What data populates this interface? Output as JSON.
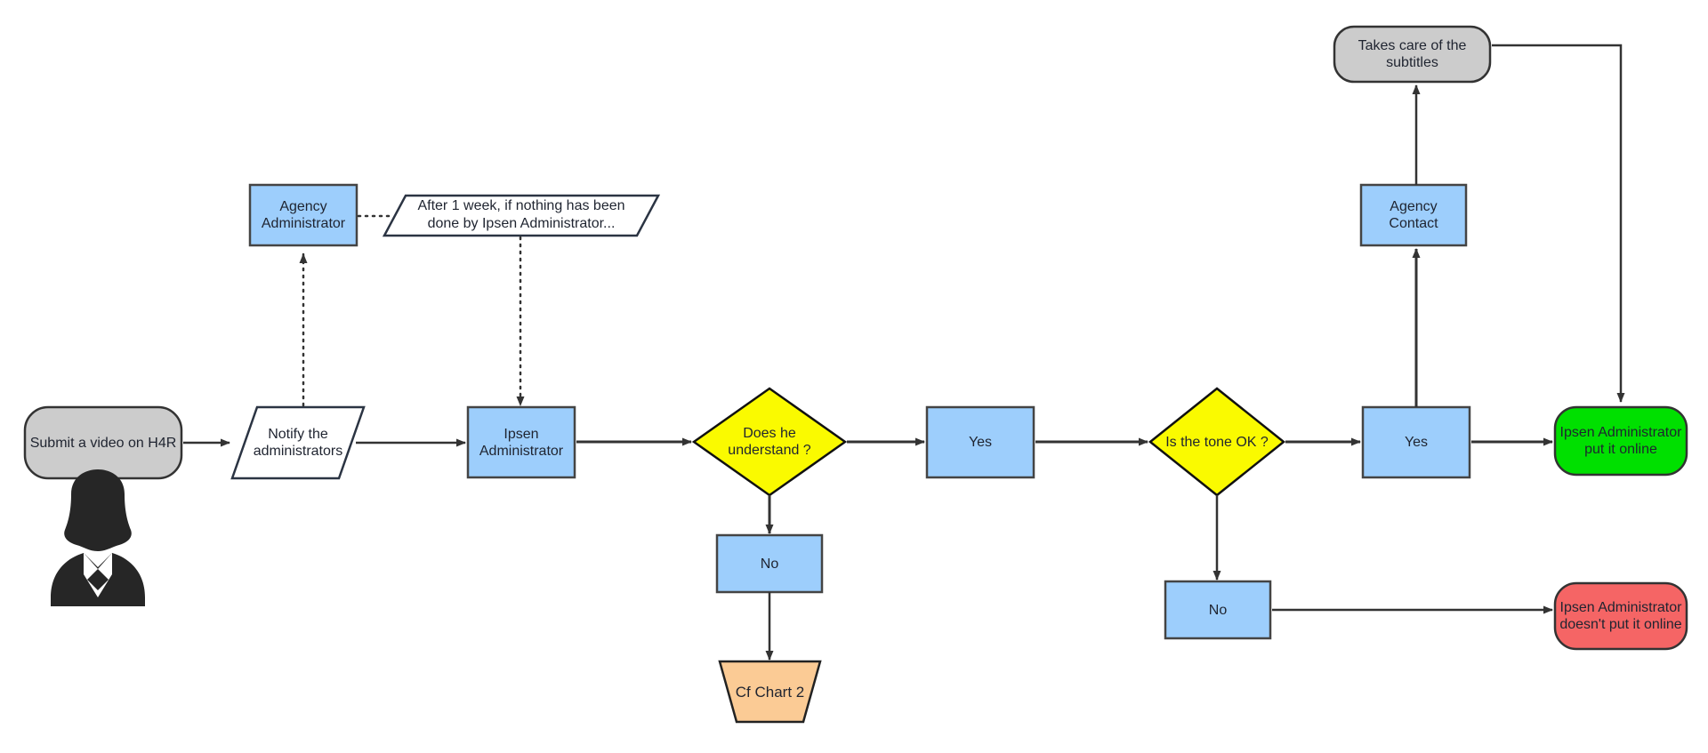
{
  "diagram": {
    "title": "Video submission validation workflow",
    "colors": {
      "process_blue": "#9DCEFC",
      "decision_yellow": "#FAFA00",
      "terminator_gray": "#CCCCCC",
      "success_green": "#00E000",
      "failure_red": "#F56565",
      "reference_orange": "#FBCB95",
      "stroke_dark": "#333333",
      "note_white": "#FFFFFF",
      "text_dark": "#1F2430"
    },
    "nodes": [
      {
        "id": "submit",
        "label": "Submit a video on H4R",
        "shape": "terminator",
        "color": "terminator-gray"
      },
      {
        "id": "notify",
        "label": "Notify the\nadministrators",
        "shape": "parallelogram",
        "color": "white"
      },
      {
        "id": "agency_admin",
        "label": "Agency\nAdministrator",
        "shape": "rectangle",
        "color": "process-blue"
      },
      {
        "id": "note_week",
        "label": "After 1 week, if nothing has been\ndone by Ipsen Administrator...",
        "shape": "parallelogram",
        "color": "white"
      },
      {
        "id": "ipsen_admin",
        "label": "Ipsen\nAdministrator",
        "shape": "rectangle",
        "color": "process-blue"
      },
      {
        "id": "understand",
        "label": "Does he\nunderstand ?",
        "shape": "diamond",
        "color": "decision-yellow"
      },
      {
        "id": "yes1",
        "label": "Yes",
        "shape": "rectangle",
        "color": "process-blue"
      },
      {
        "id": "no1",
        "label": "No",
        "shape": "rectangle",
        "color": "process-blue"
      },
      {
        "id": "cf_chart2",
        "label": "Cf Chart 2",
        "shape": "trapezoid",
        "color": "reference-orange"
      },
      {
        "id": "tone_ok",
        "label": "Is the tone OK ?",
        "shape": "diamond",
        "color": "decision-yellow"
      },
      {
        "id": "yes2",
        "label": "Yes",
        "shape": "rectangle",
        "color": "process-blue"
      },
      {
        "id": "no2",
        "label": "No",
        "shape": "rectangle",
        "color": "process-blue"
      },
      {
        "id": "agency_contact",
        "label": "Agency\nContact",
        "shape": "rectangle",
        "color": "process-blue"
      },
      {
        "id": "subtitles",
        "label": "Takes care of the\nsubtitles",
        "shape": "terminator",
        "color": "terminator-gray"
      },
      {
        "id": "put_online",
        "label": "Ipsen Administrator\nput it online",
        "shape": "terminator",
        "color": "success-green"
      },
      {
        "id": "not_online",
        "label": "Ipsen Administrator\ndoesn't put it online",
        "shape": "terminator",
        "color": "failure-red"
      }
    ],
    "edges": [
      {
        "from": "submit",
        "to": "notify",
        "style": "solid",
        "label": ""
      },
      {
        "from": "notify",
        "to": "agency_admin",
        "style": "dotted",
        "label": ""
      },
      {
        "from": "agency_admin",
        "to": "note_week",
        "style": "dotted",
        "label": ""
      },
      {
        "from": "note_week",
        "to": "ipsen_admin",
        "style": "dotted",
        "label": ""
      },
      {
        "from": "notify",
        "to": "ipsen_admin",
        "style": "solid",
        "label": ""
      },
      {
        "from": "ipsen_admin",
        "to": "understand",
        "style": "solid",
        "label": ""
      },
      {
        "from": "understand",
        "to": "yes1",
        "style": "solid",
        "label": ""
      },
      {
        "from": "understand",
        "to": "no1",
        "style": "solid",
        "label": ""
      },
      {
        "from": "no1",
        "to": "cf_chart2",
        "style": "solid",
        "label": ""
      },
      {
        "from": "yes1",
        "to": "tone_ok",
        "style": "solid",
        "label": ""
      },
      {
        "from": "tone_ok",
        "to": "yes2",
        "style": "solid",
        "label": ""
      },
      {
        "from": "tone_ok",
        "to": "no2",
        "style": "solid",
        "label": ""
      },
      {
        "from": "yes2",
        "to": "put_online",
        "style": "solid",
        "label": ""
      },
      {
        "from": "yes2",
        "to": "agency_contact",
        "style": "solid",
        "label": ""
      },
      {
        "from": "agency_contact",
        "to": "subtitles",
        "style": "solid",
        "label": ""
      },
      {
        "from": "subtitles",
        "to": "put_online",
        "style": "solid",
        "label": ""
      },
      {
        "from": "no2",
        "to": "not_online",
        "style": "solid",
        "label": ""
      }
    ],
    "actor": {
      "name": "user-avatar",
      "description": "Woman silhouette representing the video submitter"
    }
  }
}
